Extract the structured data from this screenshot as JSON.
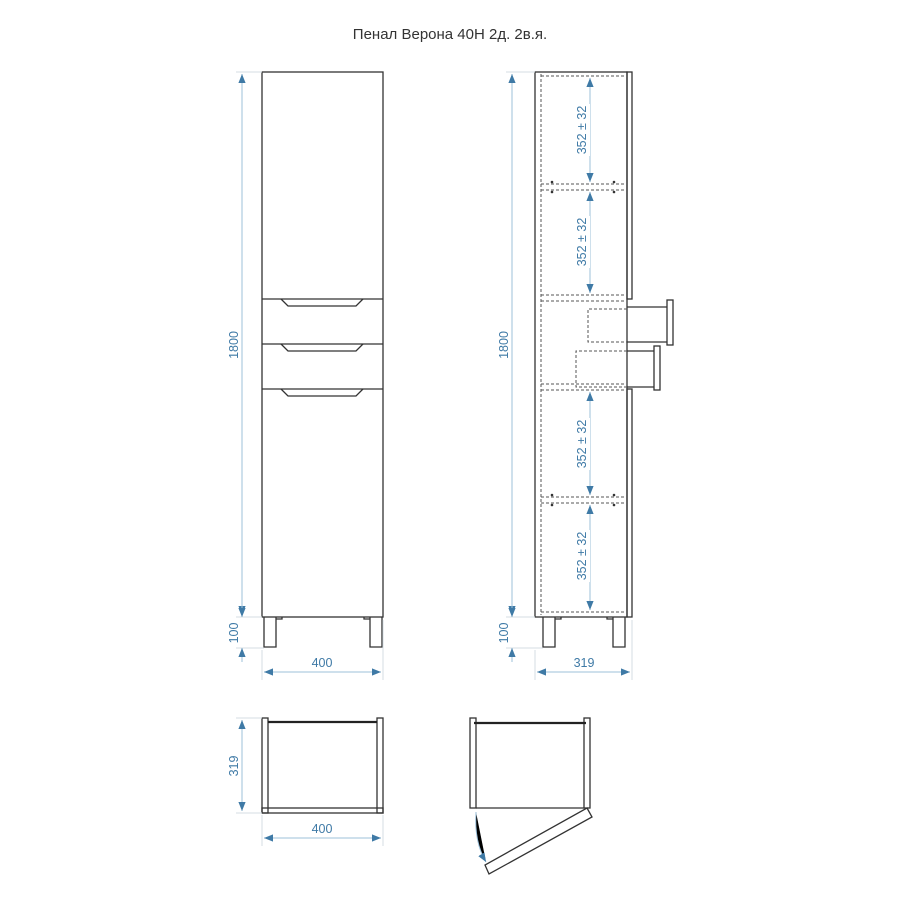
{
  "title": "Пенал Верона 40Н 2д. 2в.я.",
  "dimensions": {
    "front_height": "1800",
    "front_legs": "100",
    "front_width": "400",
    "side_height": "1800",
    "side_legs": "100",
    "side_depth": "319",
    "shelf_spacing": [
      "352 ± 32",
      "352 ± 32",
      "352 ± 32",
      "352 ± 32"
    ],
    "plan_depth": "319",
    "plan_width": "400"
  },
  "colors": {
    "dimension": "#3f7aa6",
    "line": "#333333"
  }
}
